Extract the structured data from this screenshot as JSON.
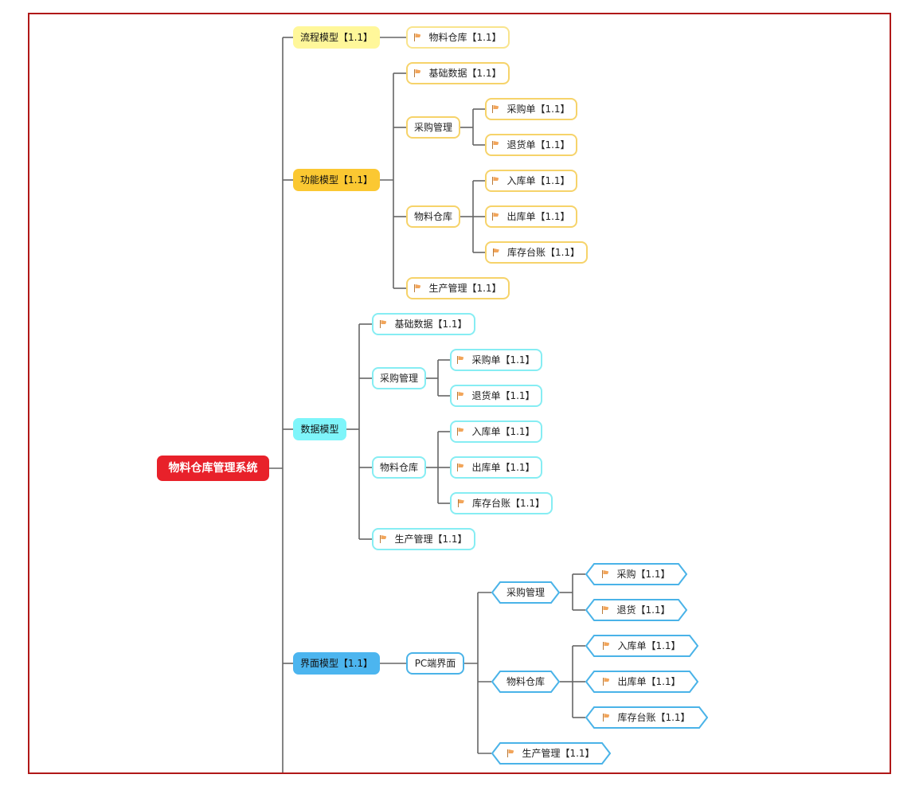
{
  "colors": {
    "root": "#e8212a",
    "process": "#fff79a",
    "function": "#fbc832",
    "data": "#7ef5fa",
    "ui": "#4cb5ef",
    "line": "#666666",
    "frame": "#b01818"
  },
  "root": {
    "label": "物料仓库管理系统"
  },
  "process_model": {
    "label": "流程模型【1.1】",
    "children": [
      {
        "label": "物料仓库【1.1】",
        "flag": true
      }
    ]
  },
  "function_model": {
    "label": "功能模型【1.1】",
    "basic": "基础数据【1.1】",
    "purchase": {
      "label": "采购管理",
      "order": "采购单【1.1】",
      "return": "退货单【1.1】"
    },
    "warehouse": {
      "label": "物料仓库",
      "in": "入库单【1.1】",
      "out": "出库单【1.1】",
      "ledger": "库存台账【1.1】"
    },
    "production": "生产管理【1.1】"
  },
  "data_model": {
    "label": "数据模型",
    "basic": "基础数据【1.1】",
    "purchase": {
      "label": "采购管理",
      "order": "采购单【1.1】",
      "return": "退货单【1.1】"
    },
    "warehouse": {
      "label": "物料仓库",
      "in": "入库单【1.1】",
      "out": "出库单【1.1】",
      "ledger": "库存台账【1.1】"
    },
    "production": "生产管理【1.1】"
  },
  "ui_model": {
    "label": "界面模型【1.1】",
    "pc": {
      "label": "PC端界面",
      "purchase": {
        "label": "采购管理",
        "buy": "采购【1.1】",
        "return": "退货【1.1】"
      },
      "warehouse": {
        "label": "物料仓库",
        "in": "入库单【1.1】",
        "out": "出库单【1.1】",
        "ledger": "库存台账【1.1】"
      },
      "production": "生产管理【1.1】"
    }
  }
}
